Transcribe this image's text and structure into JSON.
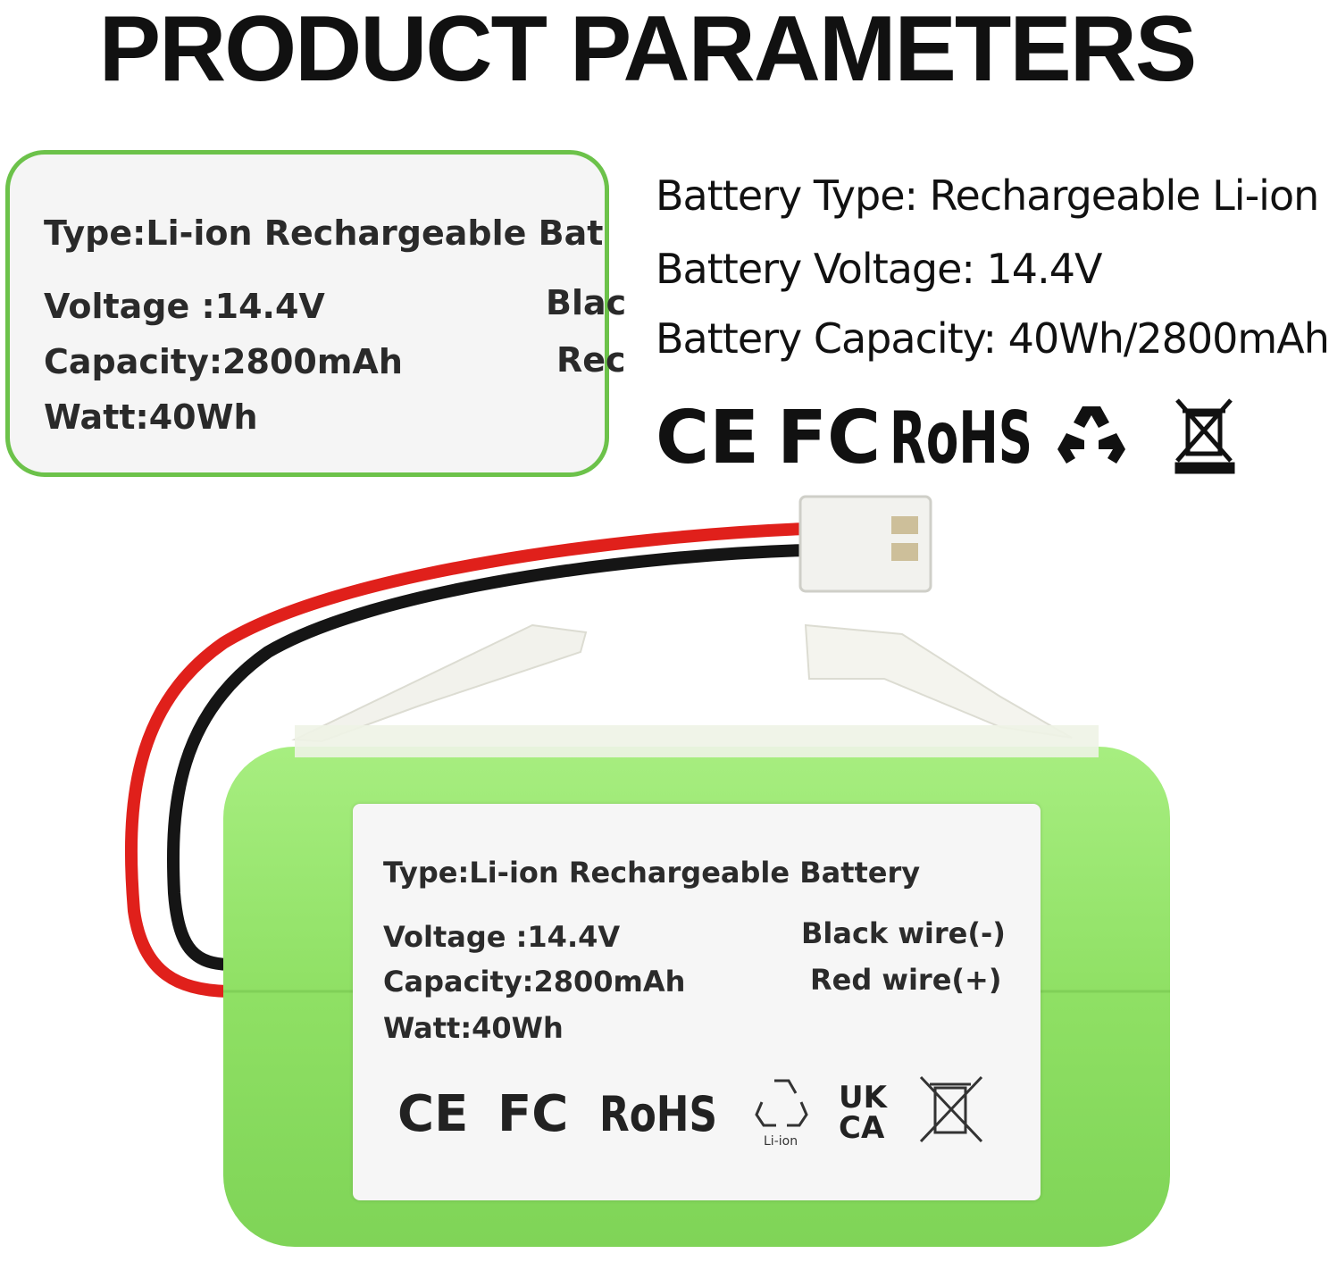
{
  "header": {
    "title": "PRODUCT PARAMETERS"
  },
  "zoom_label": {
    "type": "Type:Li-ion Rechargeable Bat",
    "voltage": "Voltage :14.4V",
    "capacity": "Capacity:2800mAh",
    "watt": "Watt:40Wh",
    "black": "Blac",
    "red": "Rec"
  },
  "specs": {
    "type": "Battery Type: Rechargeable Li-ion",
    "voltage": "Battery Voltage: 14.4V",
    "capacity": "Battery Capacity: 40Wh/2800mAh"
  },
  "marks": {
    "ce": "CE",
    "fc": "FC",
    "rohs": "RoHS",
    "ukca_1": "UK",
    "ukca_2": "CA",
    "li_ion": "Li-ion"
  },
  "battery_label": {
    "type": "Type:Li-ion Rechargeable Battery",
    "voltage": "Voltage :14.4V",
    "capacity": "Capacity:2800mAh",
    "watt": "Watt:40Wh",
    "black": "Black  wire(-)",
    "red": "Red   wire(+)"
  },
  "colors": {
    "card_border": "#6cc24a",
    "battery_green": "#93e56a",
    "wire_red": "#e0201b",
    "wire_black": "#151515"
  }
}
